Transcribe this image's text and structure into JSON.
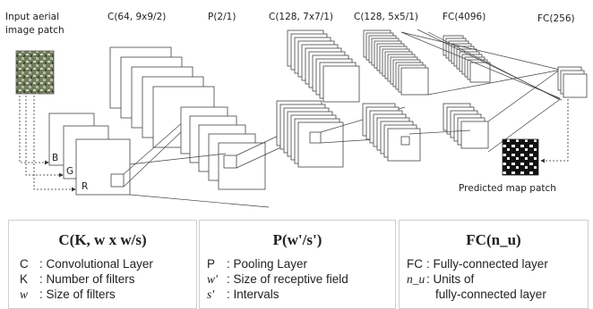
{
  "diagram": {
    "labels": {
      "input": [
        "Input aerial",
        "image patch"
      ],
      "conv1": "C(64, 9x9/2)",
      "pool1": "P(2/1)",
      "conv2": "C(128, 7x7/1)",
      "conv3": "C(128, 5x5/1)",
      "fc1": "FC(4096)",
      "fc2": "FC(256)",
      "channel_b": "B",
      "channel_g": "G",
      "channel_r": "R",
      "output": "Predicted map patch"
    }
  },
  "legend": {
    "conv": {
      "title": "C(K, w x w/s)",
      "rows": [
        {
          "sym": "C",
          "italic": false,
          "def": ": Convolutional Layer"
        },
        {
          "sym": "K",
          "italic": false,
          "def": ": Number of filters"
        },
        {
          "sym": "w",
          "italic": true,
          "def": ": Size of filters"
        }
      ]
    },
    "pool": {
      "title": "P(w'/s')",
      "rows": [
        {
          "sym": "P",
          "italic": false,
          "def": ": Pooling Layer"
        },
        {
          "sym": "w'",
          "italic": true,
          "def": ": Size of receptive field"
        },
        {
          "sym": "s'",
          "italic": true,
          "def": ": Intervals"
        }
      ]
    },
    "fc": {
      "title": "FC(n_u)",
      "rows": [
        {
          "sym": "FC",
          "italic": false,
          "def": ": Fully-connected layer"
        },
        {
          "sym": "n_u",
          "italic": true,
          "def": ": Units of",
          "def2": "fully-connected layer"
        }
      ]
    }
  }
}
